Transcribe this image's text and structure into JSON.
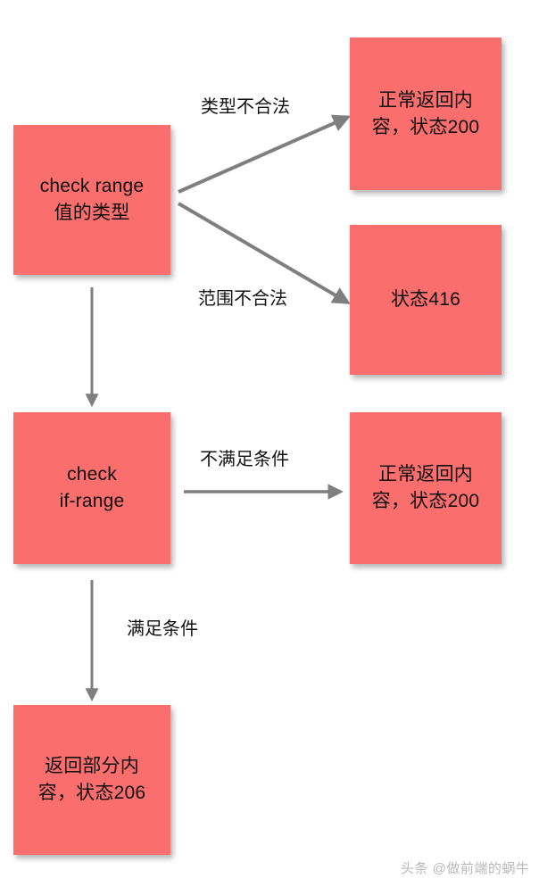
{
  "diagram": {
    "title": "HTTP Range request handling flowchart",
    "background_color": "#ffffff",
    "node_color": "#fa6e6e",
    "edge_color": "#7f7f7f",
    "text_color": "#111111",
    "nodes": [
      {
        "id": "check-range-type",
        "label": "check range\n值的类型"
      },
      {
        "id": "normal-return-200-top",
        "label": "正常返回内\n容，状态200"
      },
      {
        "id": "status-416",
        "label": "状态416"
      },
      {
        "id": "check-if-range",
        "label": "check\nif-range"
      },
      {
        "id": "normal-return-200-mid",
        "label": "正常返回内\n容，状态200"
      },
      {
        "id": "partial-return-206",
        "label": "返回部分内\n容，状态206"
      }
    ],
    "edges": [
      {
        "id": "edge-type-invalid",
        "label": "类型不合法"
      },
      {
        "id": "edge-range-invalid",
        "label": "范围不合法"
      },
      {
        "id": "edge-to-check-if-range",
        "label": ""
      },
      {
        "id": "edge-condition-unmet",
        "label": "不满足条件"
      },
      {
        "id": "edge-condition-met",
        "label": "满足条件"
      }
    ]
  },
  "watermark": {
    "text": "头条 @做前端的蜗牛"
  }
}
